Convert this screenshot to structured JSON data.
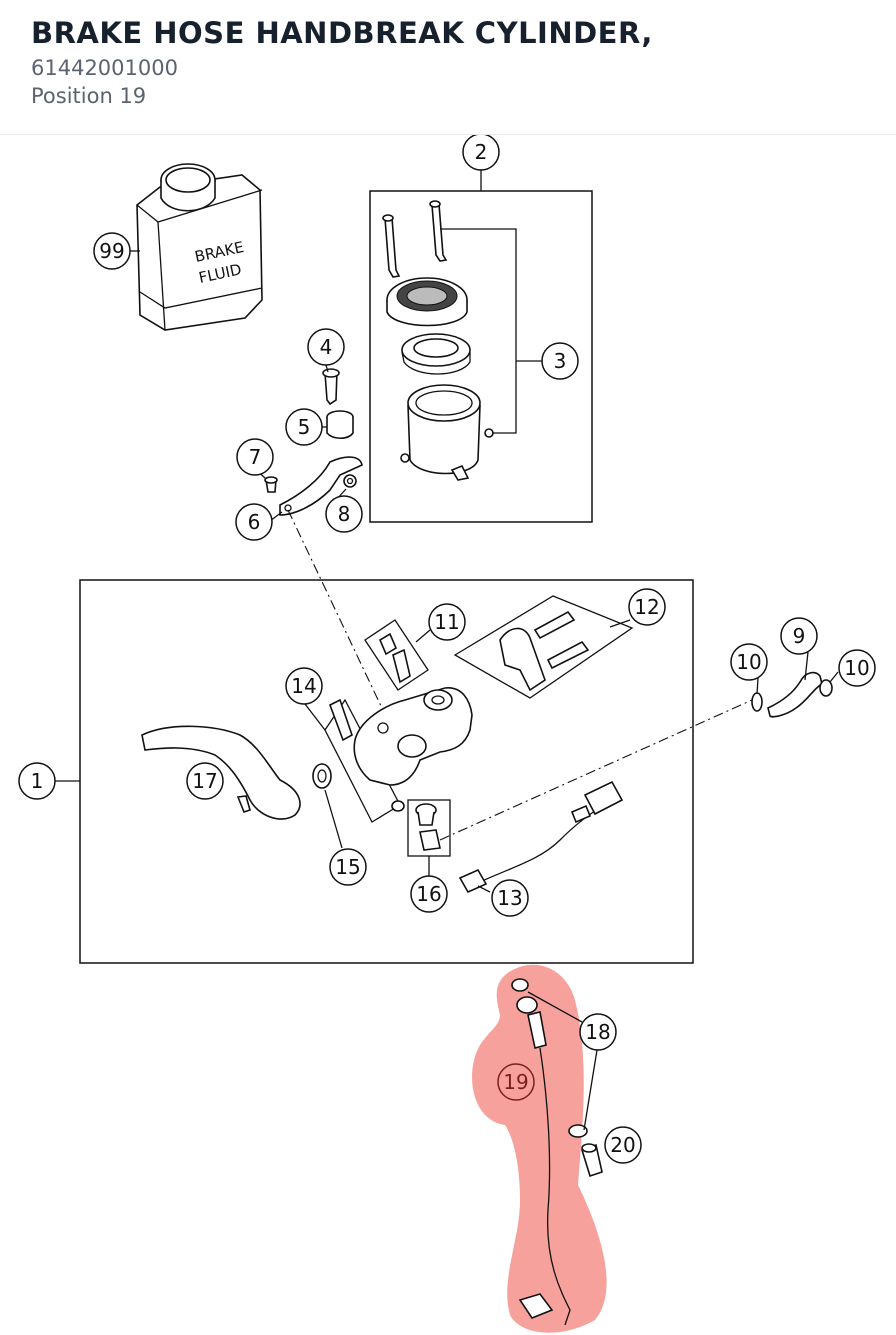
{
  "header": {
    "title": "BRAKE HOSE HANDBREAK CYLINDER,",
    "part_number": "61442001000",
    "position": "Position 19"
  },
  "diagram": {
    "label_brake": "BRAKE",
    "label_fluid": "FLUID",
    "highlight_color": "#f7a19c",
    "selected_callout": "19",
    "callouts": {
      "c1": "1",
      "c2": "2",
      "c3": "3",
      "c4": "4",
      "c5": "5",
      "c6": "6",
      "c7": "7",
      "c8": "8",
      "c9": "9",
      "c10a": "10",
      "c10b": "10",
      "c11": "11",
      "c12": "12",
      "c13": "13",
      "c14": "14",
      "c15": "15",
      "c16": "16",
      "c17": "17",
      "c18": "18",
      "c19": "19",
      "c20": "20",
      "c99": "99"
    }
  }
}
